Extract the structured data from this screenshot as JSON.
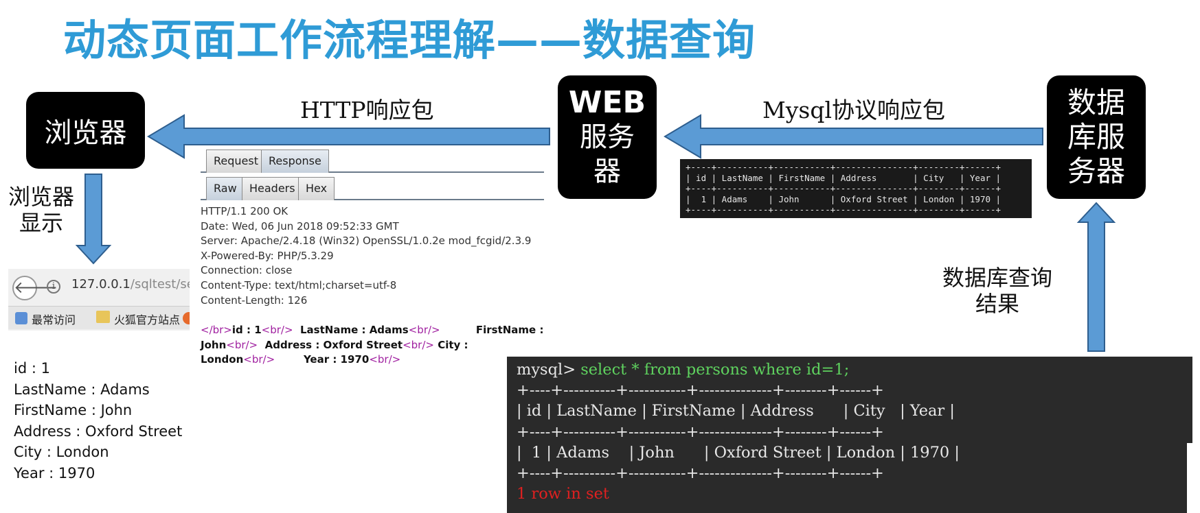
{
  "title": "动态页面工作流程理解——数据查询",
  "nodes": {
    "browser": "浏览器",
    "web_line1": "WEB",
    "web_line2": "服务",
    "web_line3": "器",
    "db_line1": "数据",
    "db_line2": "库服",
    "db_line3": "务器"
  },
  "labels": {
    "http_response": "HTTP响应包",
    "mysql_response": "Mysql协议响应包",
    "browser_display_line1": "浏览器",
    "browser_display_line2": "显示",
    "db_result_line1": "数据库查询",
    "db_result_line2": "结果"
  },
  "colors": {
    "title": "#2f9bd6",
    "arrow_fill": "#5b9bd5",
    "arrow_stroke": "#2e5e8e",
    "cmd": "#5fd35f",
    "result": "#e02020"
  },
  "burp": {
    "tabs1": [
      "Request",
      "Response"
    ],
    "tabs2": [
      "Raw",
      "Headers",
      "Hex"
    ],
    "headers": [
      "HTTP/1.1 200 OK",
      "Date: Wed, 06 Jun 2018 09:52:33 GMT",
      "Server: Apache/2.4.18 (Win32) OpenSSL/1.0.2e mod_fcgid/2.3.9",
      "X-Powered-By: PHP/5.3.29",
      "Connection: close",
      "Content-Type: text/html;charset=utf-8",
      "Content-Length: 126"
    ],
    "body": {
      "br": "<br/>",
      "close_br": "</br>",
      "id": "id : 1",
      "lastname": "LastName : Adams",
      "firstname_a": "FirstName :",
      "firstname_b": "John",
      "address": "Address : Oxford Street",
      "city_a": "City :",
      "city_b": "London",
      "year": "Year : 1970"
    }
  },
  "term_small": {
    "sep": "+----+----------+-----------+---------------+--------+------+",
    "header": "| id | LastName | FirstName | Address       | City   | Year |",
    "row": "|  1 | Adams    | John      | Oxford Street | London | 1970 |"
  },
  "browser": {
    "back": "🡐",
    "info": "i",
    "url_main": "127.0.0.1",
    "url_rest": "/sqltest/searc",
    "bookmark1": "最常访问",
    "bookmark2": "火狐官方站点"
  },
  "page_output": [
    "id : 1",
    "LastName : Adams",
    "FirstName : John",
    "Address : Oxford Street",
    "City : London",
    "Year : 1970"
  ],
  "term_big": {
    "prompt": "mysql>",
    "command": " select * from persons where id=1;",
    "sep": "+----+----------+-----------+--------------+--------+------+",
    "header": "| id | LastName | FirstName | Address      | City   | Year |",
    "row": "|  1 | Adams    | John      | Oxford Street | London | 1970 |",
    "result": "1 row in set"
  }
}
